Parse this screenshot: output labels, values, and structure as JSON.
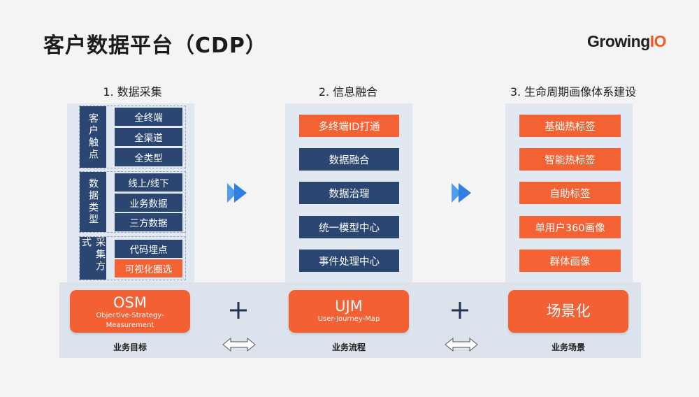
{
  "header": {
    "title": "客户数据平台（CDP）"
  },
  "logo": {
    "part1": "Growing",
    "part2": "IO",
    "accent_color": "#f25a23"
  },
  "columns": [
    {
      "title": "1. 数据采集"
    },
    {
      "title": "2. 信息融合"
    },
    {
      "title": "3. 生命周期画像体系建设"
    }
  ],
  "collection": {
    "groups": [
      {
        "label": "客户触点",
        "items": [
          "全终端",
          "全渠道",
          "全类型"
        ]
      },
      {
        "label": "数据类型",
        "items": [
          "线上/线下",
          "业务数据",
          "三方数据"
        ]
      },
      {
        "label": "采集方式",
        "items": [
          "代码埋点",
          "可视化圈选"
        ]
      }
    ]
  },
  "fusion": {
    "items": [
      "多终端ID打通",
      "数据融合",
      "数据治理",
      "统一模型中心",
      "事件处理中心"
    ]
  },
  "portrait": {
    "items": [
      "基础热标签",
      "智能热标签",
      "自助标签",
      "单用户360画像",
      "群体画像"
    ]
  },
  "bottom": {
    "osm": {
      "title": "OSM",
      "subtitle_line1": "Objective-Strategy-",
      "subtitle_line2": "Measurement",
      "caption": "业务目标"
    },
    "ujm": {
      "title": "UJM",
      "subtitle": "User-Journey-Map",
      "caption": "业务流程"
    },
    "scene": {
      "title": "场景化",
      "caption": "业务场景"
    }
  },
  "colors": {
    "navy": "#2b4670",
    "orange": "#f46133",
    "arrow_blue": "#2f7fe0"
  },
  "icons": {
    "flow_arrow": "double-chevron-right-icon",
    "plus": "plus-icon",
    "link": "double-arrow-icon"
  }
}
